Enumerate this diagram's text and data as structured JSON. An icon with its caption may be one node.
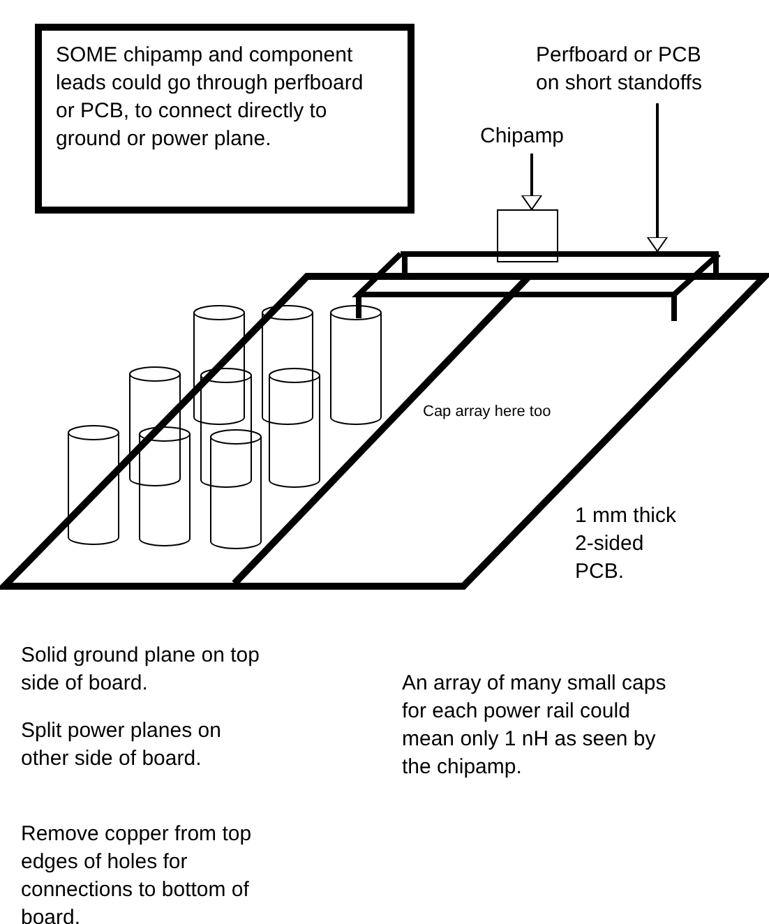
{
  "diagram": {
    "nodes": [
      {
        "text": [
          "SOME chipamp and component leads could go through perfboard or PCB, to connect directly to ground or power plane."
        ]
      },
      {
        "text": [
          "Chipamp"
        ]
      },
      {
        "text": [],
        "shape": "box"
      },
      {
        "text": [
          "Perfboard or PCB on short standoffs"
        ]
      },
      {
        "text": [],
        "shape": "board"
      }
    ],
    "edges": [
      {
        "from": 1,
        "to": 2,
        "arrow": "to"
      },
      {
        "from": 3,
        "to": 4,
        "arrow": "to"
      }
    ],
    "labels": [
      "Cap array here too",
      "1 mm thick 2-sided PCB.",
      "Solid ground plane on top side of board.",
      "Split power planes on other side of board.",
      "Remove copper from top edges of holes for connections to bottom of board.",
      "An array of many small caps for each power rail could mean only 1 nH as seen by the chipamp."
    ]
  }
}
